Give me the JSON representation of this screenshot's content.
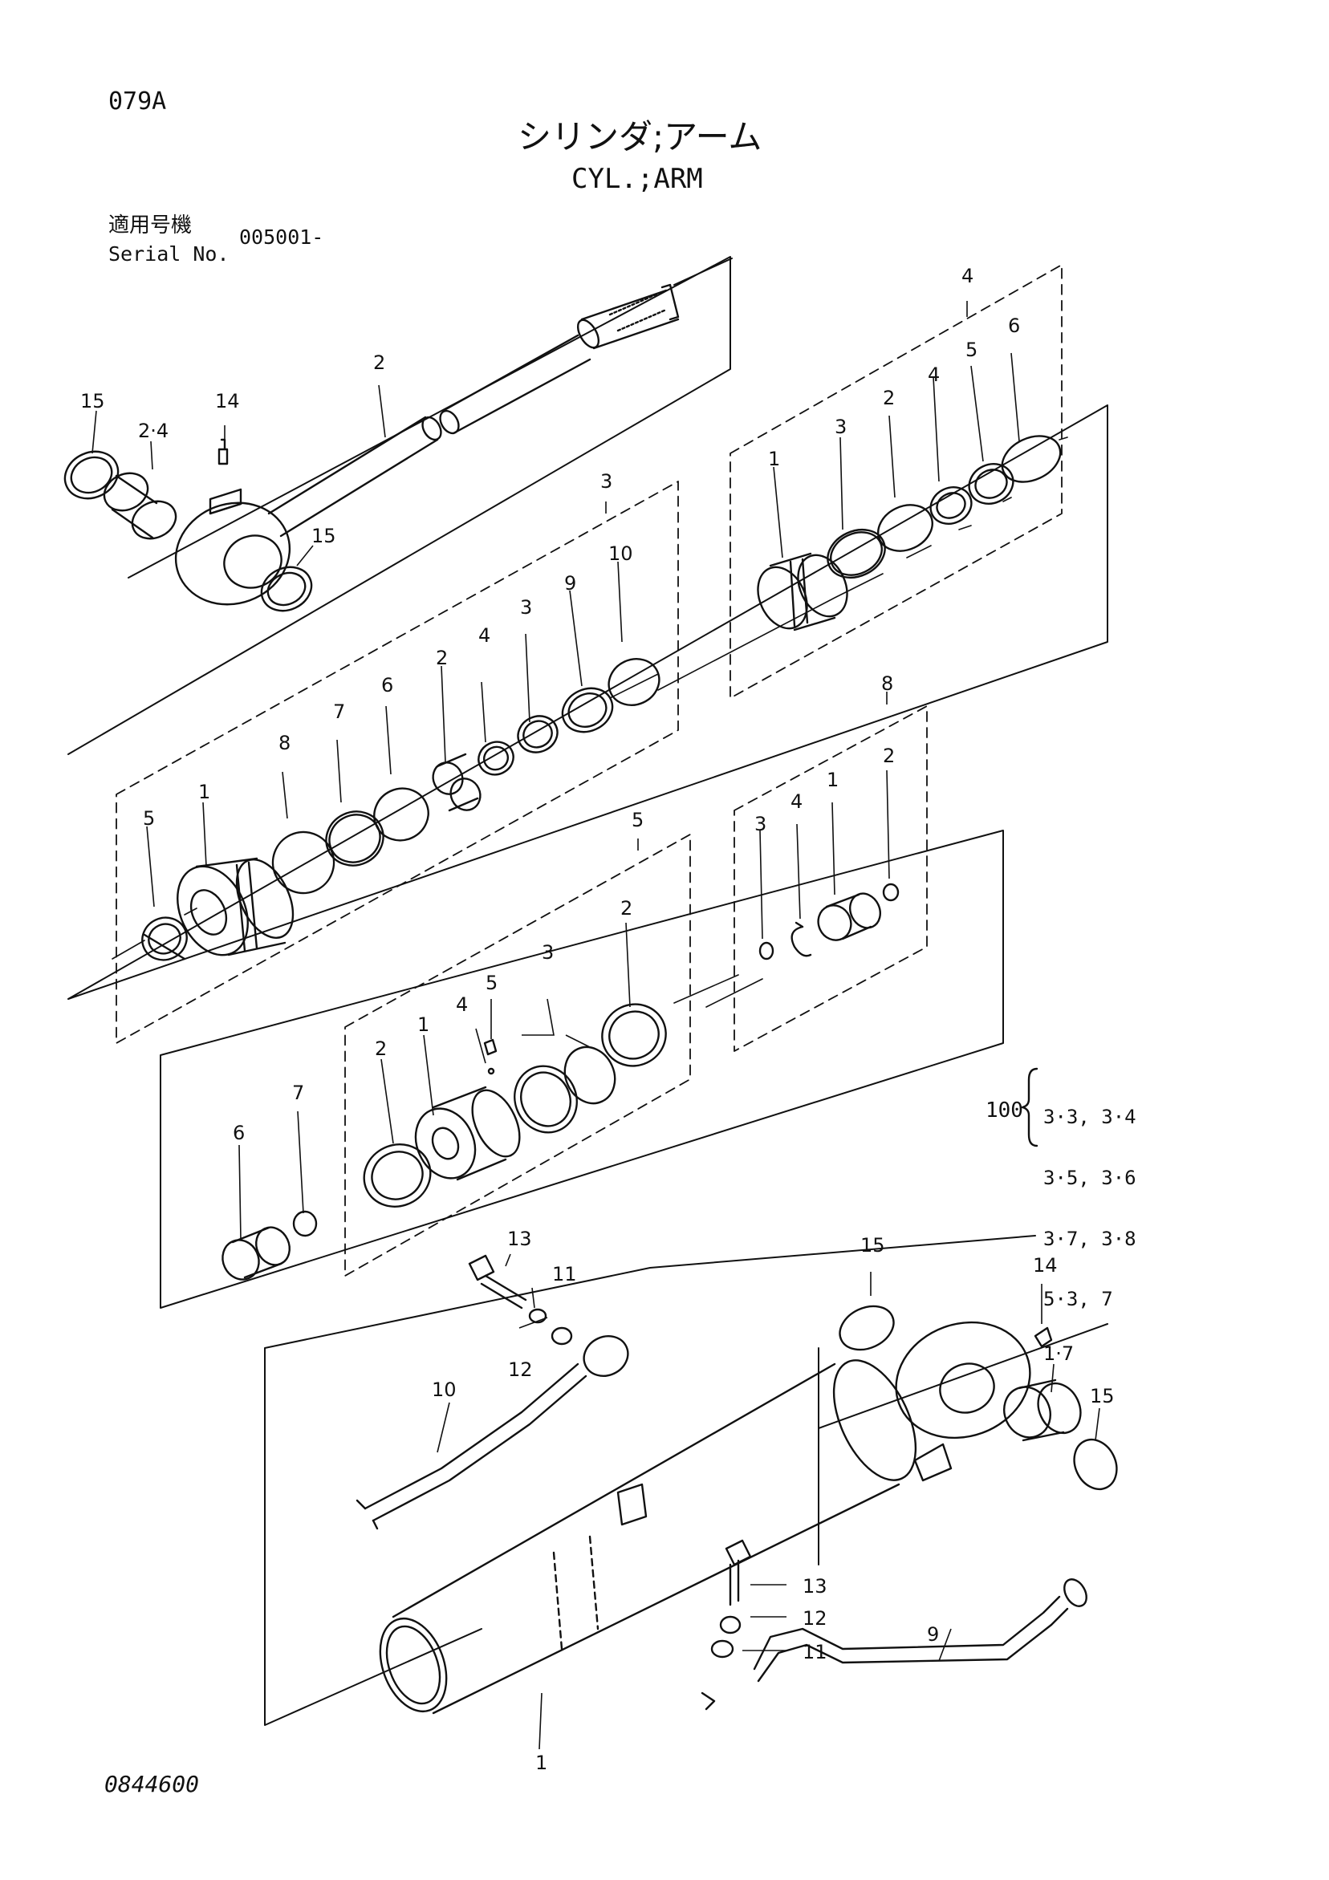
{
  "header": {
    "page_code": "079A",
    "title_jp": "シリンダ;アーム",
    "title_en": "CYL.;ARM",
    "serial_label_jp": "適用号機",
    "serial_label_en": "Serial No.",
    "serial_value": "005001-"
  },
  "footer": {
    "doc_number": "0844600"
  },
  "group_note": {
    "number": "100",
    "items": [
      "3·3, 3·4",
      "3·5, 3·6",
      "3·7, 3·8",
      "5·3, 7"
    ]
  },
  "callouts": {
    "rod_15a": "15",
    "rod_24": "2·4",
    "rod_14": "14",
    "rod_2": "2",
    "rod_15b": "15",
    "box4": "4",
    "b4_1": "1",
    "b4_3": "3",
    "b4_2": "2",
    "b4_4": "4",
    "b4_5": "5",
    "b4_6": "6",
    "box3": "3",
    "b3_5": "5",
    "b3_1": "1",
    "b3_8": "8",
    "b3_7": "7",
    "b3_6": "6",
    "b3_2": "2",
    "b3_4": "4",
    "b3_3": "3",
    "b3_9": "9",
    "b3_10": "10",
    "box8": "8",
    "b8_3": "3",
    "b8_4": "4",
    "b8_1": "1",
    "b8_2": "2",
    "box5": "5",
    "b5_2a": "2",
    "b5_1": "1",
    "b5_4": "4",
    "b5_5": "5",
    "b5_3": "3",
    "b5_2b": "2",
    "p6": "6",
    "p7": "7",
    "t13": "13",
    "t11": "11",
    "t12": "12",
    "t10": "10",
    "c15a": "15",
    "c14": "14",
    "c17": "1·7",
    "c15b": "15",
    "m13": "13",
    "m12": "12",
    "m11": "11",
    "m9": "9",
    "m1": "1"
  }
}
